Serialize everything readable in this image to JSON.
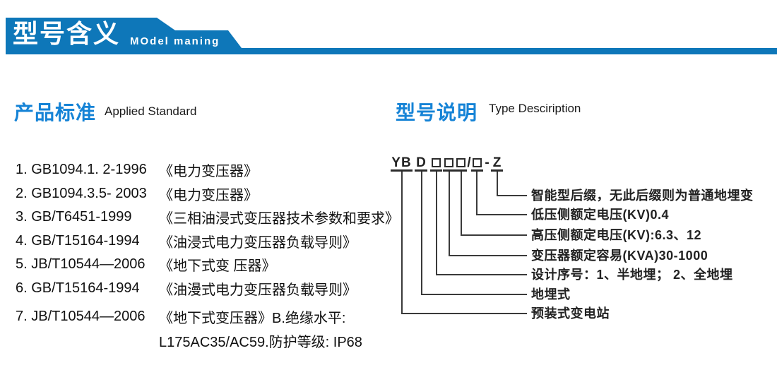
{
  "header": {
    "title_cn": "型号含义",
    "title_en": "MOdel maning"
  },
  "left": {
    "heading_cn": "产品标准",
    "heading_en": "Applied Standard",
    "items": [
      {
        "code": "1. GB1094.1. 2-1996",
        "title": "《电力变压器》"
      },
      {
        "code": "2. GB1094.3.5- 2003",
        "title": "《电力变压器》"
      },
      {
        "code": "3. GB/T6451-1999",
        "title": "《三相油浸式变压器技术参数和要求》"
      },
      {
        "code": "4. GB/T15164-1994",
        "title": "《油浸式电力变压器负载导则》"
      },
      {
        "code": "5. JB/T10544—2006",
        "title": "《地下式变 压器》"
      },
      {
        "code": "6. GB/T15164-1994",
        "title": "《油漫式电力变压器负载导则》"
      },
      {
        "code": "7. JB/T10544—2006",
        "title": "《地下式变压器》B.绝缘水平:",
        "title_line2": "L175AC35/AC59.防护等级: IP68"
      }
    ]
  },
  "right": {
    "heading_cn": "型号说明",
    "heading_en": "Type Desciription",
    "model_code": "YBD□□□/□-Z",
    "segments": {
      "yb": "YB",
      "d": "D",
      "slash": "/",
      "dash": "-",
      "z": "Z"
    },
    "labels": [
      "智能型后缀，无此后缀则为普通地埋变",
      "低压侧额定电压(KV)0.4",
      "高压侧额定电压(KV):6.3、12",
      "变压器额定容易(KVA)30-1000",
      "设计序号：1、半地埋； 2、全地埋",
      "地埋式",
      "预装式变电站"
    ]
  },
  "colors": {
    "banner": "#0e77b9",
    "heading_blue": "#1583d6",
    "text": "#1a1a1a",
    "line": "#3a3a3a"
  }
}
